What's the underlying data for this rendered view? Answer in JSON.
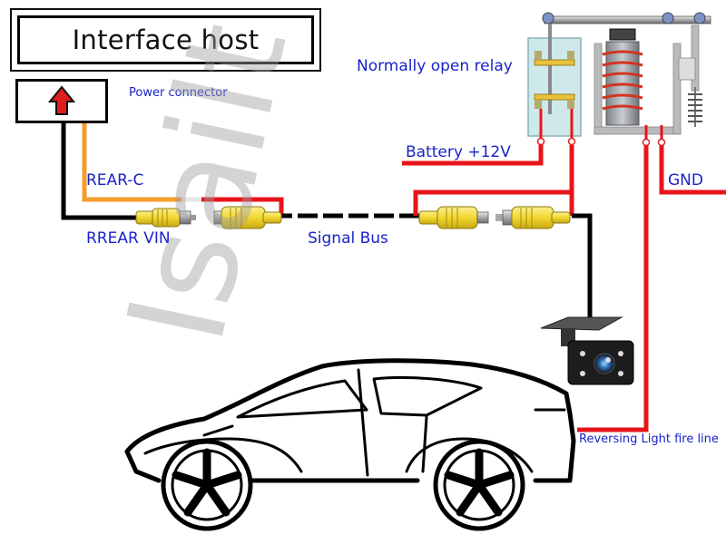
{
  "host": {
    "title": "Interface host"
  },
  "labels": {
    "power_connector": "Power connector",
    "relay": "Normally open relay",
    "battery": "Battery +12V",
    "gnd": "GND",
    "rear_c": "REAR-C",
    "rear_vin": "RREAR VIN",
    "signal_bus": "Signal Bus",
    "reversing_light": "Reversing Light fire line"
  },
  "watermark": {
    "text": "Isailt Isailt"
  },
  "colors": {
    "label_blue": "#1a23c8",
    "wire_red": "#e8141b",
    "wire_orange": "#f39d2c",
    "wire_black": "#000000",
    "rca_yellow": "#f4e04a",
    "relay_base": "#cfe8ea",
    "coil_red": "#d3341e",
    "arrow_red": "#e01c1c"
  },
  "icons": [
    "up-arrow-icon",
    "rca-plug-icon",
    "relay-icon",
    "backup-camera-icon",
    "car-outline-icon"
  ]
}
